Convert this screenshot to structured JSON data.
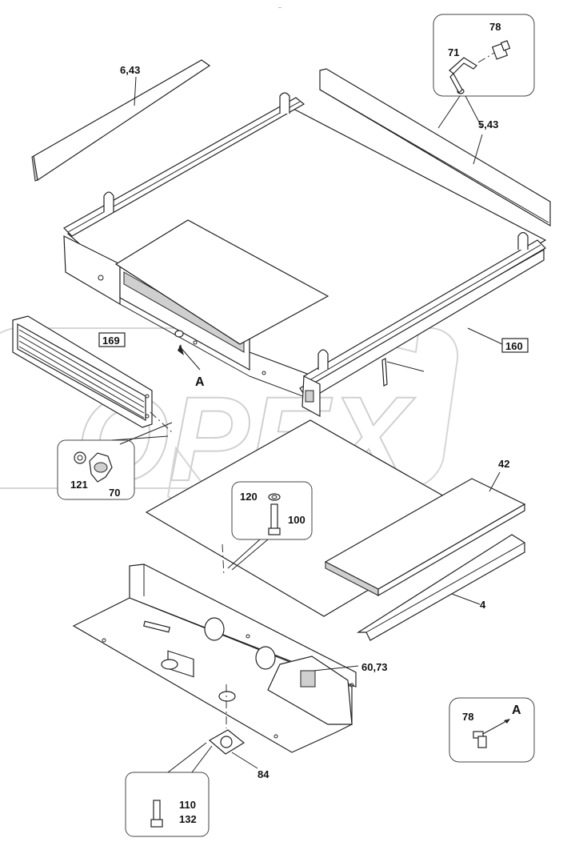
{
  "header_mark": "_",
  "watermark": "OPEX",
  "labels": {
    "p6_43": "6,43",
    "p5_43": "5,43",
    "p71": "71",
    "p78_top": "78",
    "p169": "169",
    "p160": "160",
    "pA_main": "A",
    "p121": "121",
    "p70": "70",
    "p42": "42",
    "p4": "4",
    "p120": "120",
    "p100": "100",
    "p60_73": "60,73",
    "p78_detail": "78",
    "pA_detail": "A",
    "p84": "84",
    "p110": "110",
    "p132": "132"
  }
}
